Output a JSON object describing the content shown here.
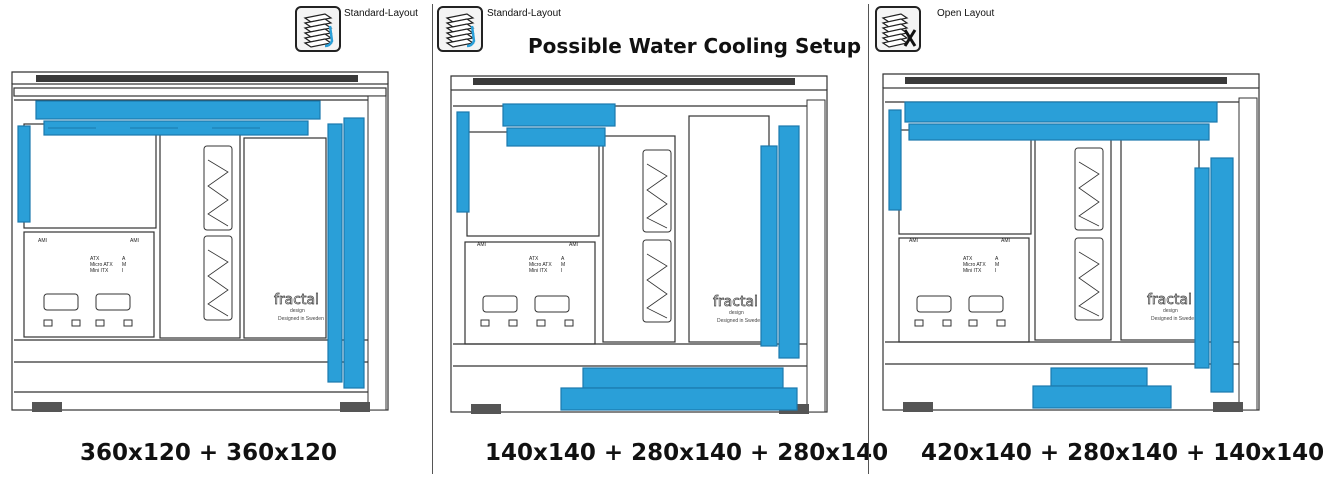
{
  "panels": [
    {
      "layout_label": "Standard-Layout",
      "layout_icon": "drive-cage-installed-icon",
      "config_label": "360x120 + 360x120"
    },
    {
      "layout_label": "Standard-Layout",
      "layout_icon": "drive-cage-installed-icon",
      "heading": "Possible Water Cooling Setup",
      "config_label": "140x140 + 280x140 + 280x140"
    },
    {
      "layout_label": "Open Layout",
      "layout_icon": "drive-cage-removed-icon",
      "config_label": "420x140 + 280x140 + 140x140"
    }
  ],
  "case_labels": {
    "atx": "ATX",
    "micro_atx": "Micro ATX",
    "mini_itx": "Mini ITX",
    "a": "A",
    "m": "M",
    "i": "I",
    "ami": "AMI",
    "brand": "fractal",
    "brand_sub": "design",
    "designed_in": "Designed in Sweden"
  },
  "colors": {
    "radiator": "#2a9fd8",
    "radiator_dark": "#1b79ad",
    "line": "#333333",
    "dust_filter": "#3a3a3a",
    "x_mark": "#111111"
  }
}
